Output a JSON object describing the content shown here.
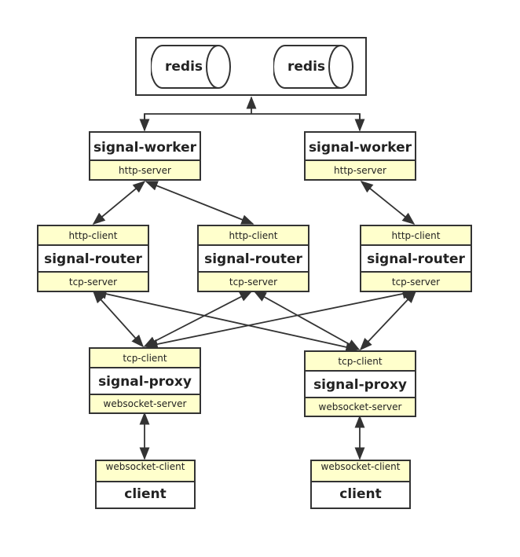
{
  "redis": {
    "labels": [
      "redis",
      "redis"
    ]
  },
  "workers": [
    {
      "name": "signal-worker",
      "port": "http-server"
    },
    {
      "name": "signal-worker",
      "port": "http-server"
    }
  ],
  "routers": [
    {
      "client": "http-client",
      "name": "signal-router",
      "server": "tcp-server"
    },
    {
      "client": "http-client",
      "name": "signal-router",
      "server": "tcp-server"
    },
    {
      "client": "http-client",
      "name": "signal-router",
      "server": "tcp-server"
    }
  ],
  "proxies": [
    {
      "client": "tcp-client",
      "name": "signal-proxy",
      "server": "websocket-server"
    },
    {
      "client": "tcp-client",
      "name": "signal-proxy",
      "server": "websocket-server"
    }
  ],
  "clients": [
    {
      "port": "websocket-client",
      "name": "client"
    },
    {
      "port": "websocket-client",
      "name": "client"
    }
  ]
}
